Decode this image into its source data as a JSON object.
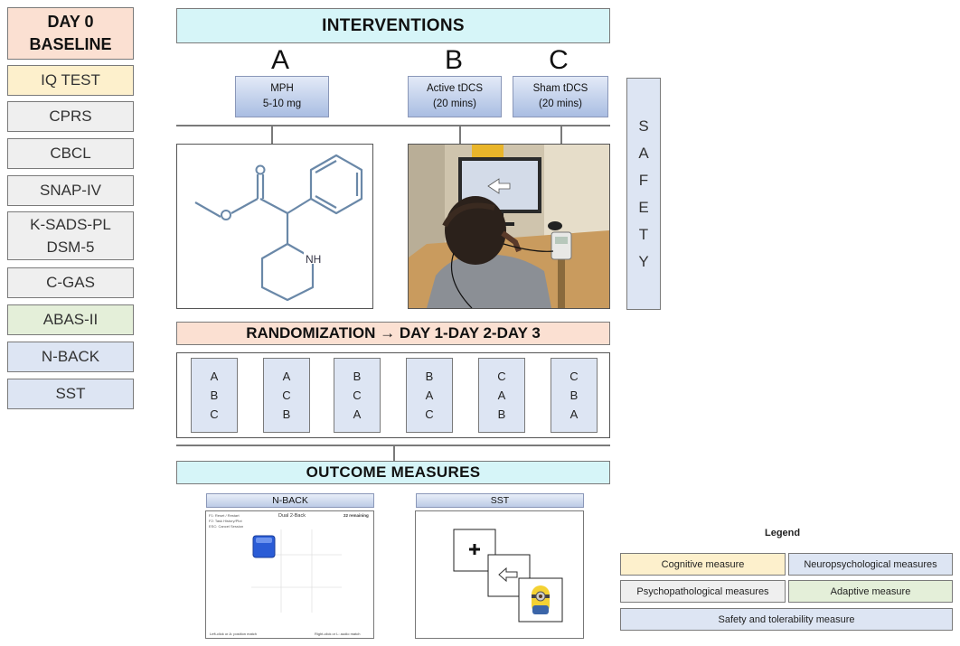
{
  "baseline": {
    "day": "DAY 0",
    "label": "BASELINE",
    "measures": [
      "IQ TEST",
      "CPRS",
      "CBCL",
      "SNAP-IV",
      "K-SADS-PL",
      "DSM-5",
      "C-GAS",
      "ABAS-II",
      "N-BACK",
      "SST"
    ]
  },
  "interventions": {
    "title": "INTERVENTIONS",
    "items": [
      {
        "letter": "A",
        "line1": "MPH",
        "line2": "5-10 mg"
      },
      {
        "letter": "B",
        "line1": "Active tDCS",
        "line2": "(20 mins)"
      },
      {
        "letter": "C",
        "line1": "Sham tDCS",
        "line2": "(20 mins)"
      }
    ],
    "molecule_label": "NH"
  },
  "safety": {
    "letters": [
      "S",
      "A",
      "F",
      "E",
      "T",
      "Y"
    ]
  },
  "randomization": {
    "title": "RANDOMIZATION → DAY 1-DAY 2-DAY 3",
    "sequences": [
      [
        "A",
        "B",
        "C"
      ],
      [
        "A",
        "C",
        "B"
      ],
      [
        "B",
        "C",
        "A"
      ],
      [
        "B",
        "A",
        "C"
      ],
      [
        "C",
        "A",
        "B"
      ],
      [
        "C",
        "B",
        "A"
      ]
    ]
  },
  "outcome": {
    "title": "OUTCOME MEASURES",
    "nback": {
      "label": "N-BACK",
      "screen_title": "Dual 2-Back",
      "remaining": "22 remaining",
      "info": [
        "F1: Reset / Restart",
        "F2: Task History/Plot",
        "ESC: Cancel Session"
      ],
      "bottom_left": "Left-click or A: position match",
      "bottom_right": "Right-click or L: audio match"
    },
    "sst": {
      "label": "SST"
    }
  },
  "legend": {
    "title": "Legend",
    "items": [
      "Cognitive measure",
      "Neuropsychological measures",
      "Psychopathological measures",
      "Adaptive measure",
      "Safety and tolerability measure"
    ]
  },
  "colors": {
    "cognitive": "#fdf0cc",
    "neuropsychological": "#dde5f3",
    "psychopathological": "#efefef",
    "adaptive": "#e4efd9",
    "safety": "#dde5f3",
    "baseline": "#fbe0d2",
    "header": "#d6f5f8"
  }
}
